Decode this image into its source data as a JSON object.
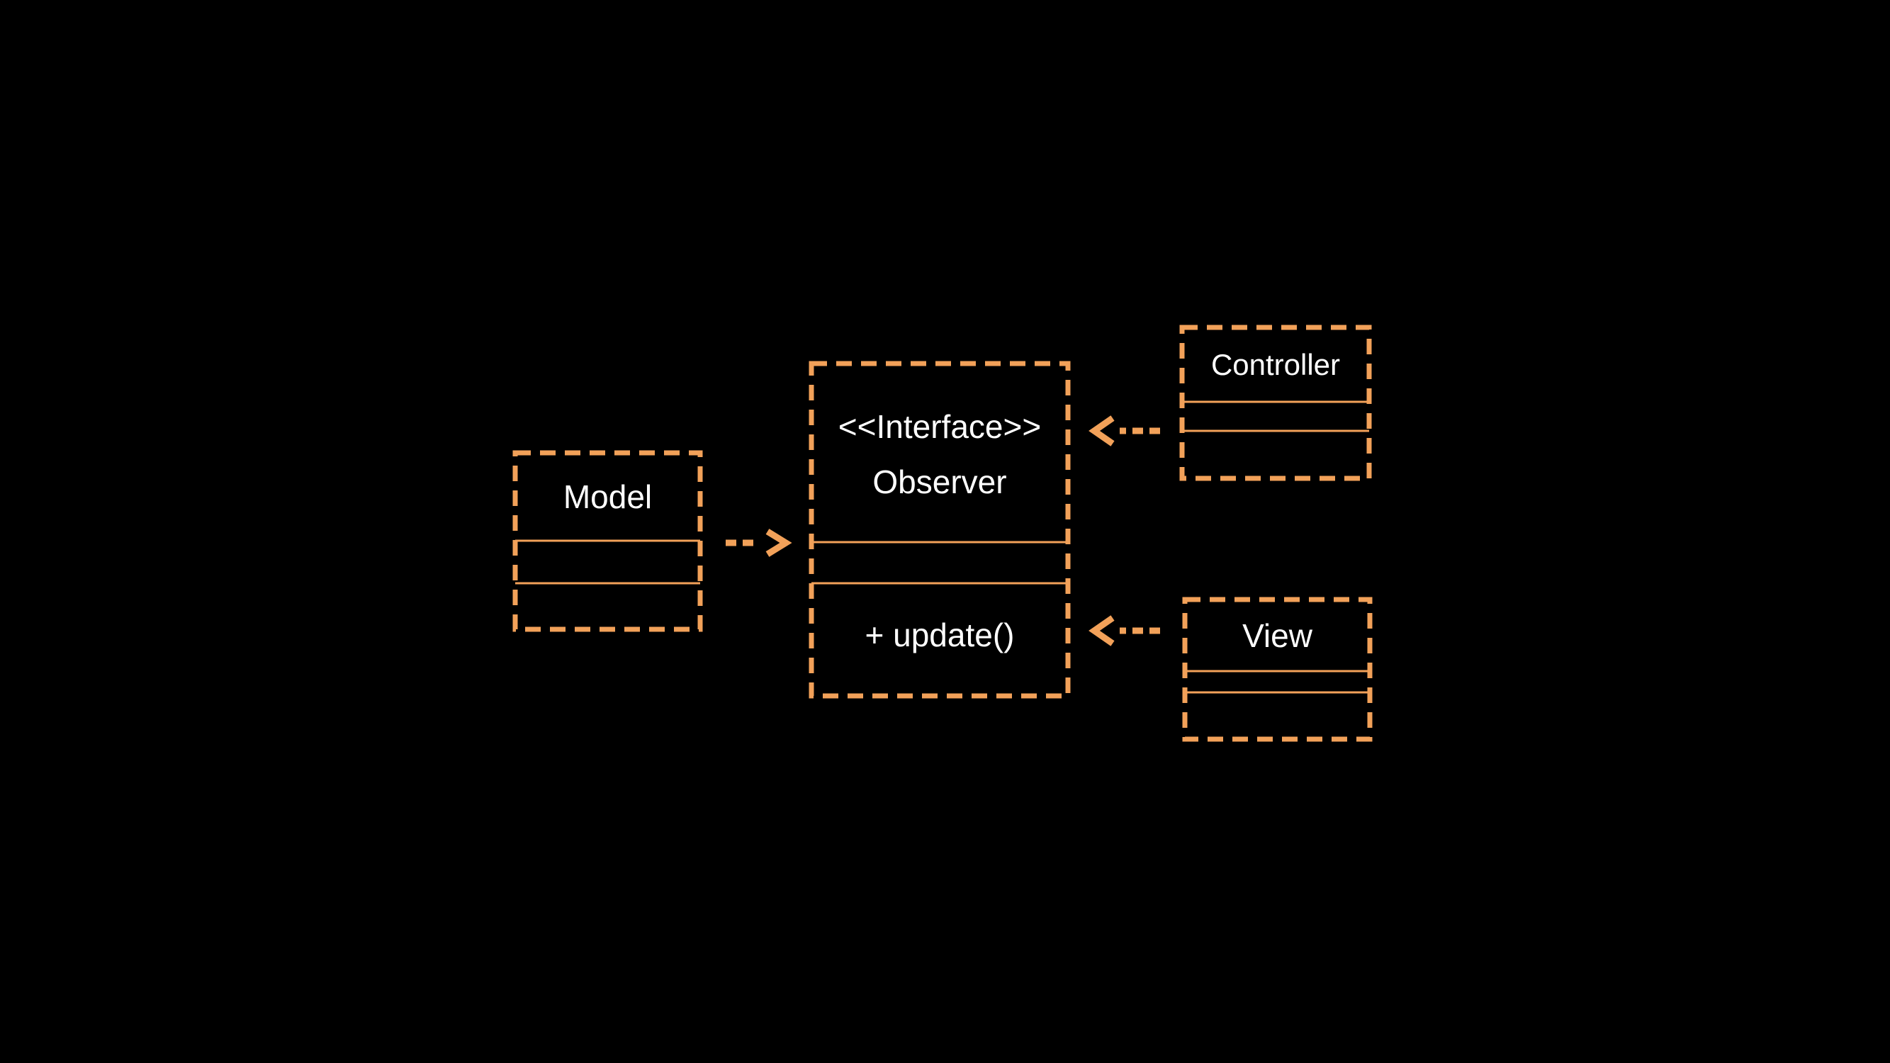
{
  "colors": {
    "background": "#000000",
    "accent": "#F2A159",
    "text": "#FFFFFF"
  },
  "diagram": {
    "classes": {
      "model": {
        "name": "Model"
      },
      "observer": {
        "stereotype": "<<Interface>>",
        "name": "Observer",
        "operations": [
          "+ update()"
        ]
      },
      "controller": {
        "name": "Controller"
      },
      "view": {
        "name": "View"
      }
    },
    "relations": [
      {
        "from": "Model",
        "to": "Observer",
        "type": "dashed-arrow"
      },
      {
        "from": "Controller",
        "to": "Observer",
        "type": "dashed-arrow"
      },
      {
        "from": "View",
        "to": "Observer",
        "type": "dashed-arrow"
      }
    ]
  }
}
